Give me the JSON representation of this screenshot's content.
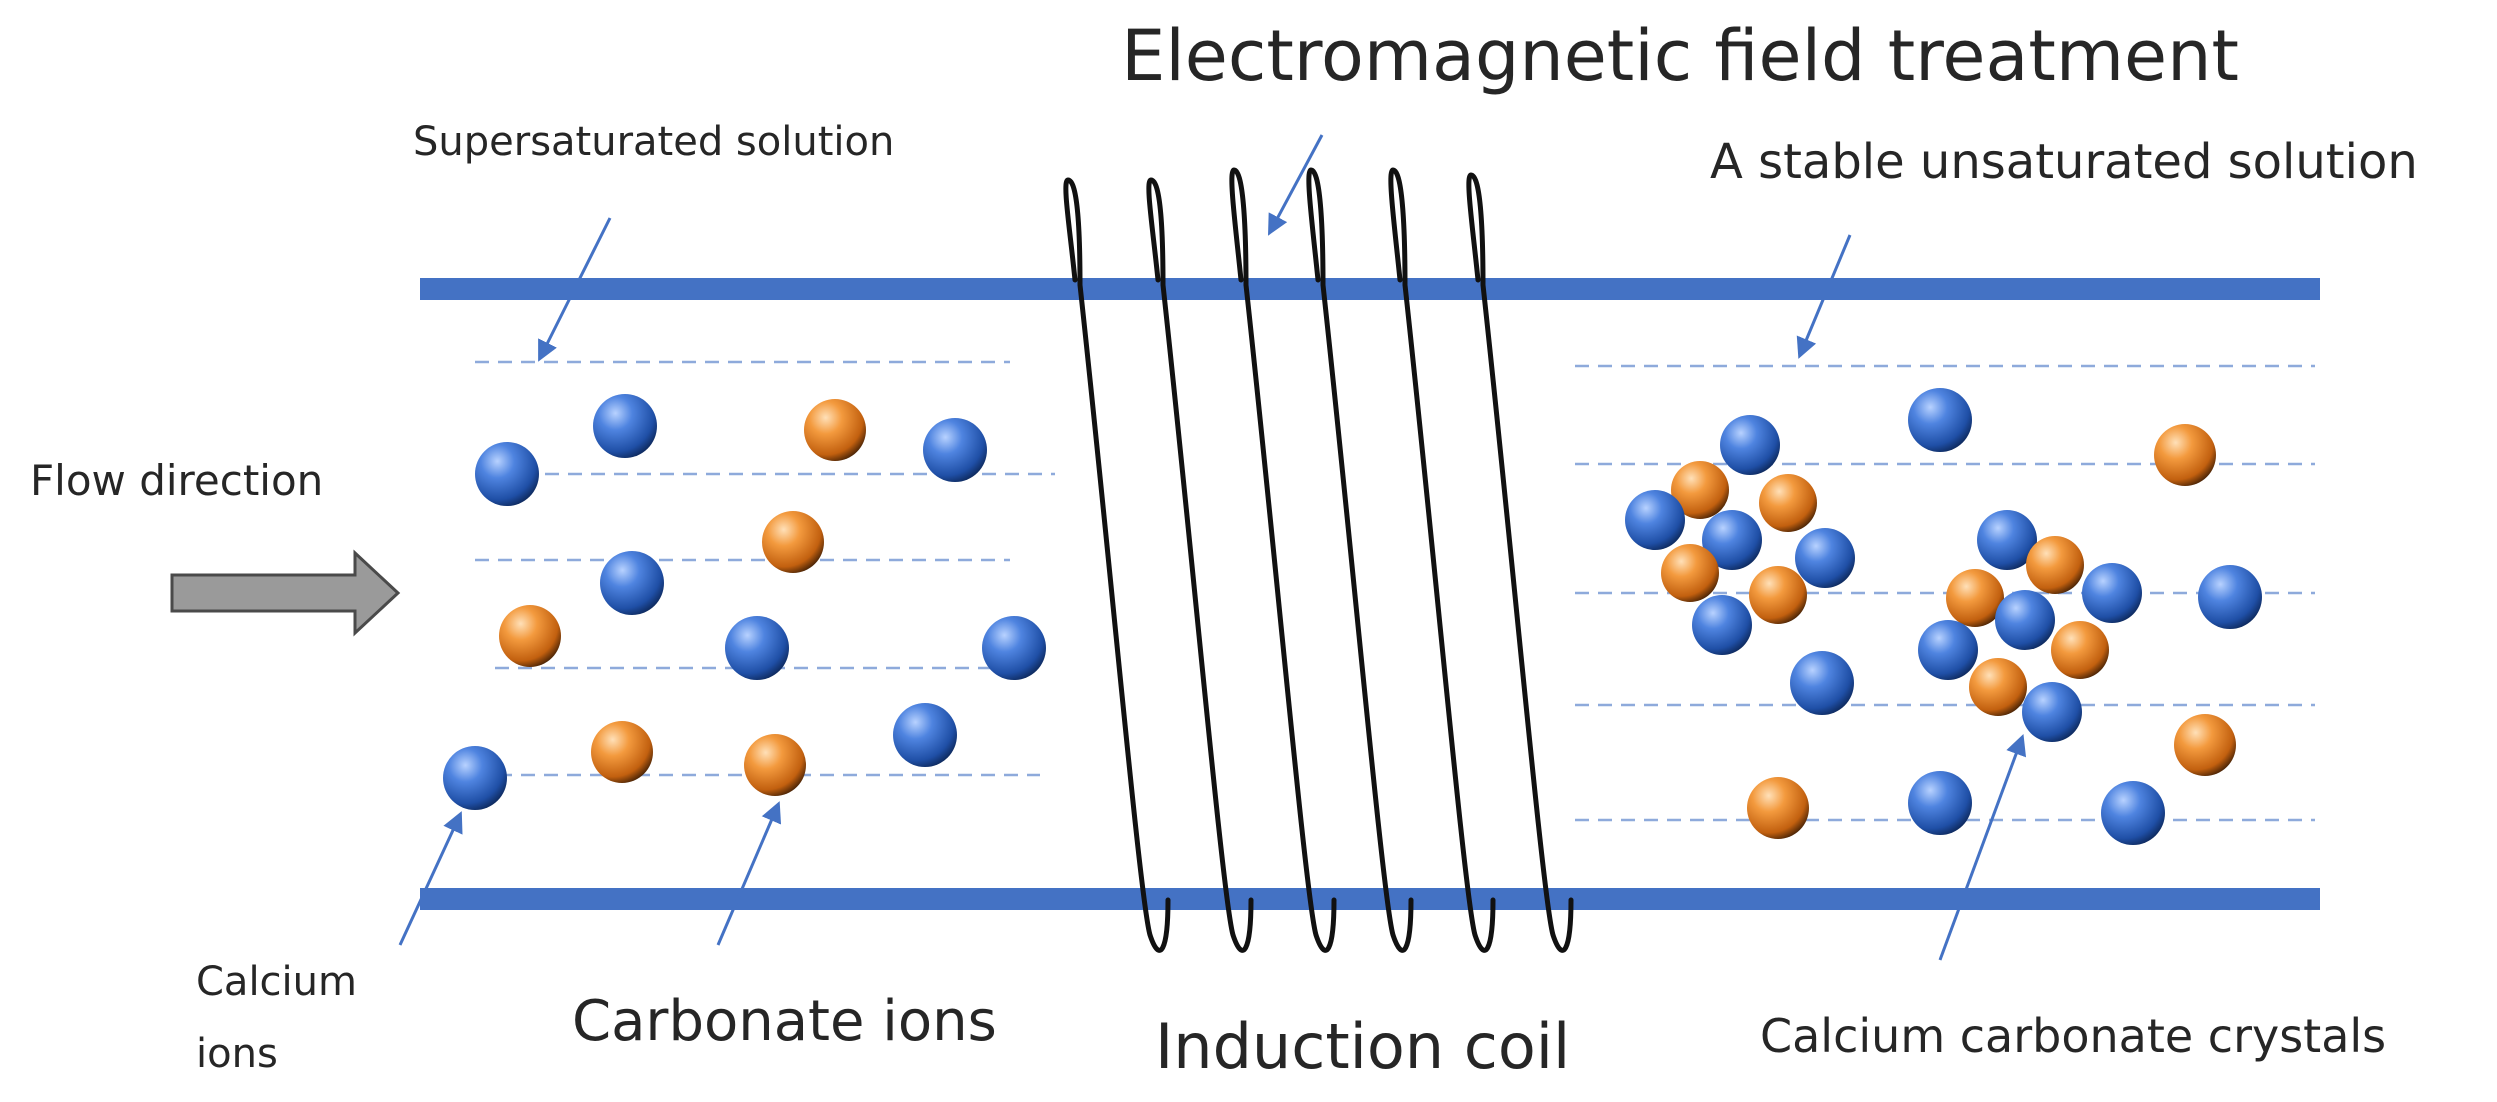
{
  "labels": {
    "title": "Electromagnetic field treatment",
    "supersaturated": "Supersaturated solution",
    "stable": "A stable unsaturated solution",
    "flow": "Flow direction",
    "calcium_line1": "Calcium",
    "calcium_line2": "ions",
    "carbonate": "Carbonate ions",
    "coil": "Induction coil",
    "crystals": "Calcium carbonate crystals"
  },
  "legend": {
    "calcium_ion_color": "#2d5fb8",
    "carbonate_ion_color": "#e07a22"
  },
  "colors": {
    "pipe": "#4472c4",
    "arrow": "#4472c4",
    "dash": "#8eaadb",
    "coil": "#111111",
    "flow_arrow_fill": "#9a9a9a"
  }
}
